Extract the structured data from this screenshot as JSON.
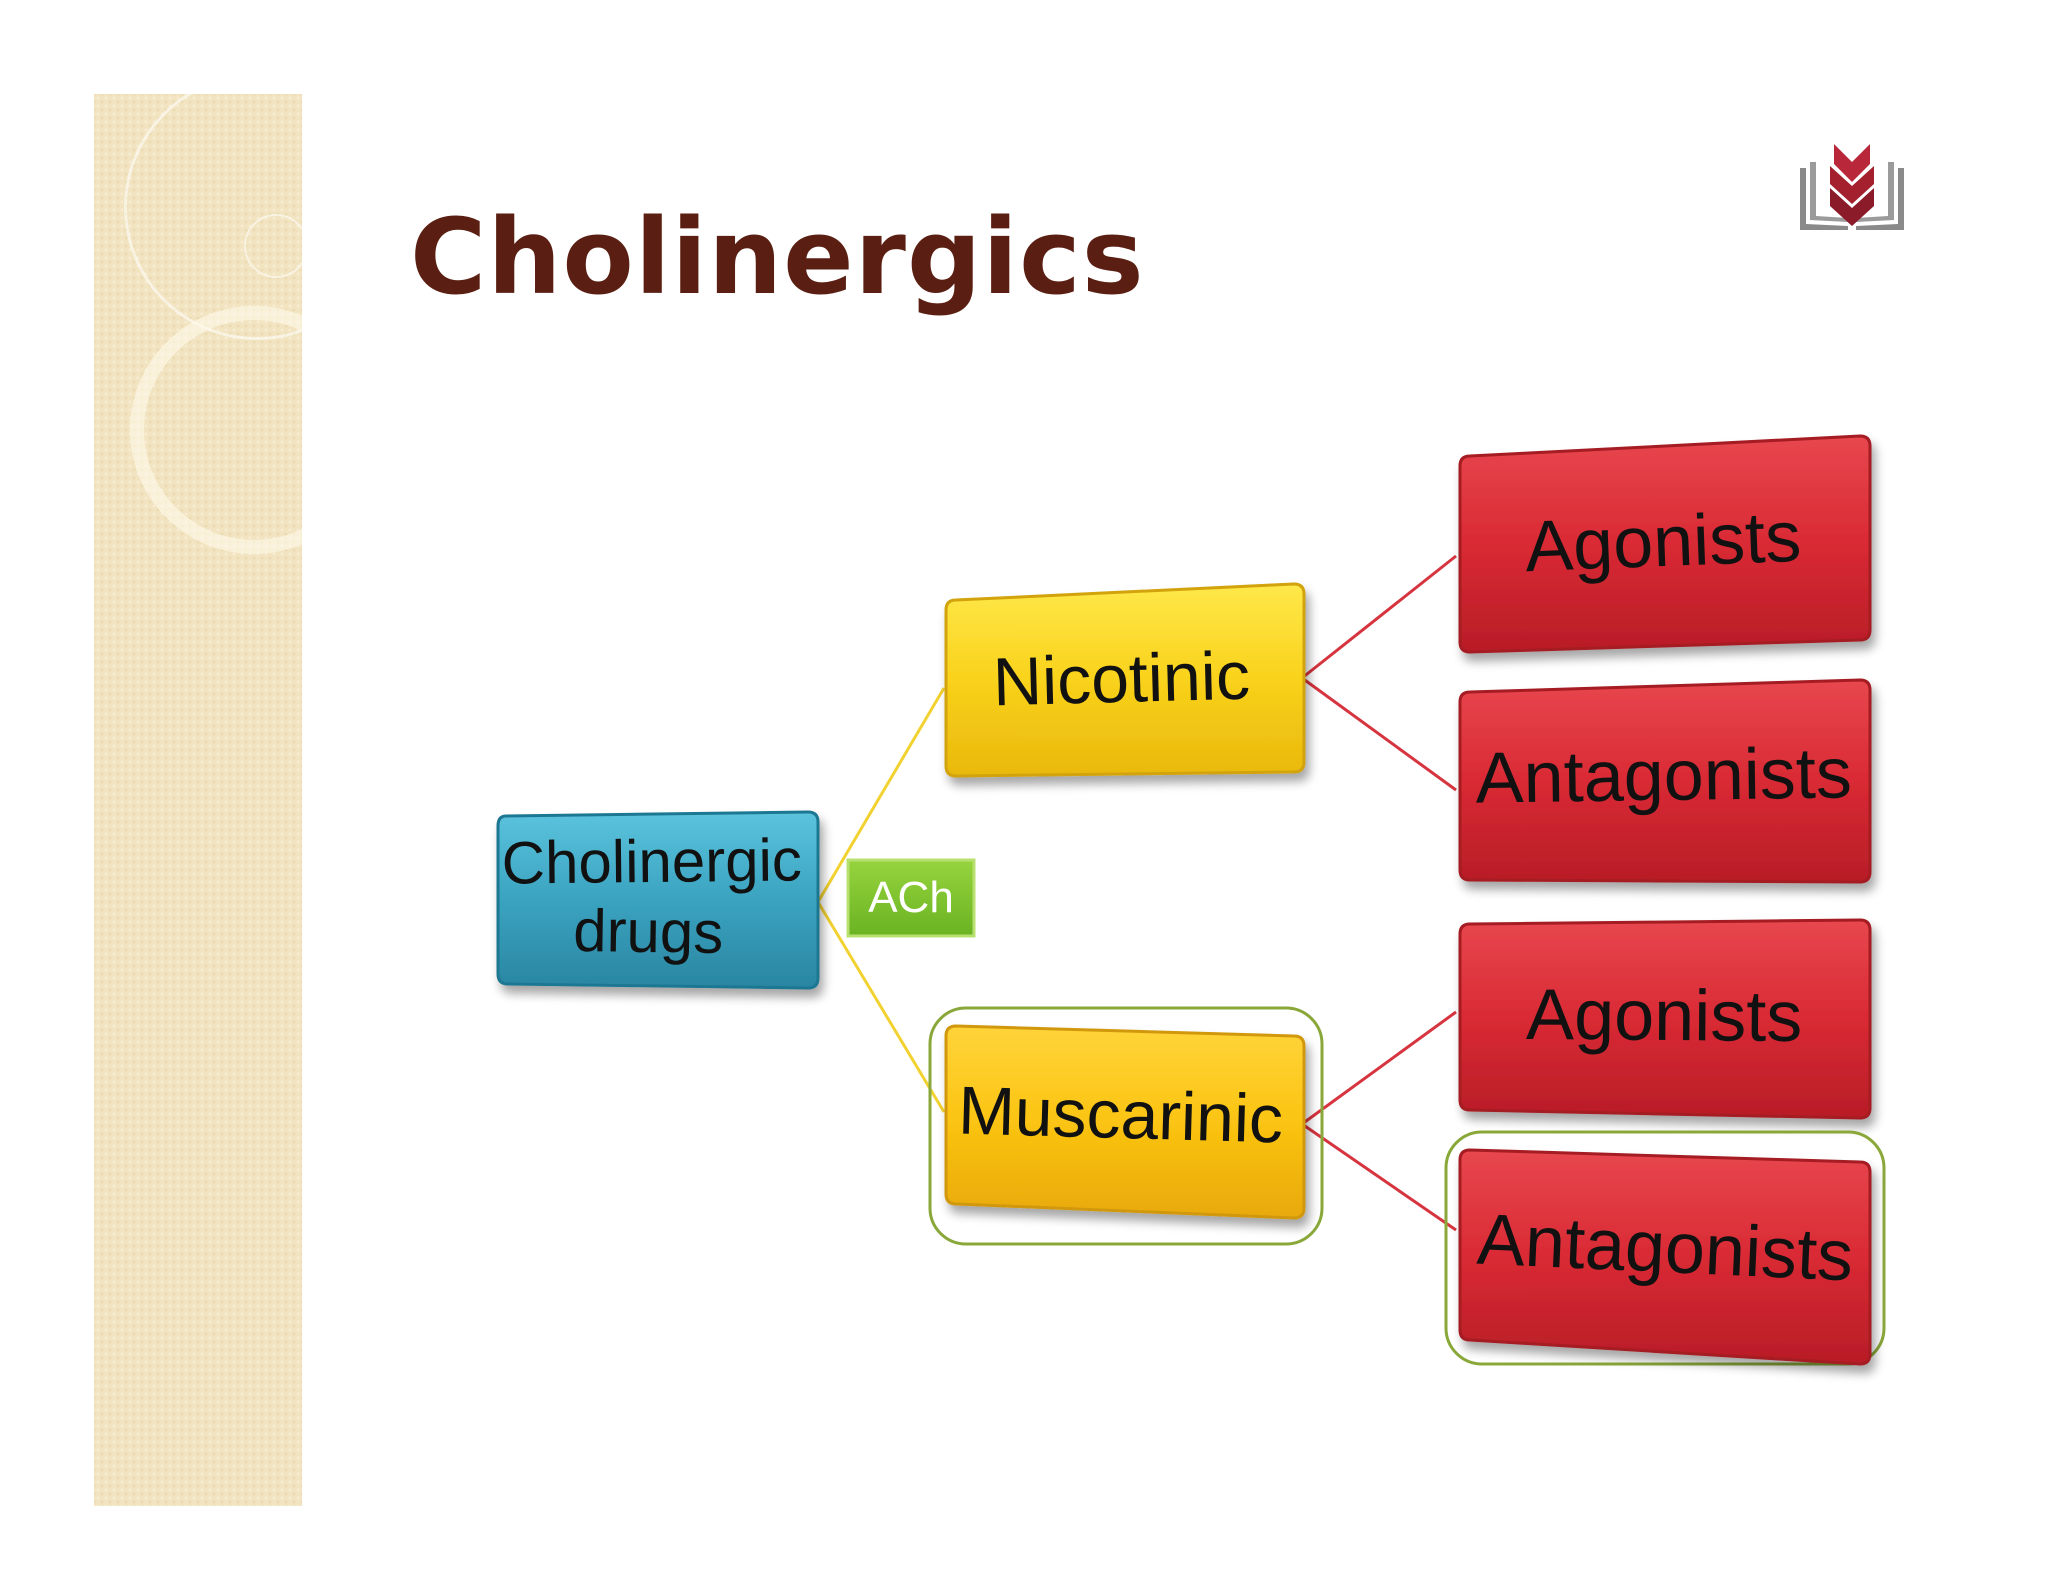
{
  "slide": {
    "title": "Cholinergics"
  },
  "diagram": {
    "root": {
      "label_line1": "Cholinergic",
      "label_line2": "drugs",
      "color": "#3ea8c4"
    },
    "link_label": {
      "label": "ACh",
      "color": "#7cc22c"
    },
    "nicotinic": {
      "label": "Nicotinic",
      "color": "#f9d21b",
      "children": [
        {
          "label": "Agonists"
        },
        {
          "label": "Antagonists"
        }
      ]
    },
    "muscarinic": {
      "label": "Muscarinic",
      "color": "#fbc412",
      "children": [
        {
          "label": "Agonists"
        },
        {
          "label": "Antagonists"
        }
      ]
    },
    "leaf_color": "#d92a34",
    "highlight_color": "#8aa83a"
  },
  "icons": {
    "logo": "book-logo-icon"
  }
}
